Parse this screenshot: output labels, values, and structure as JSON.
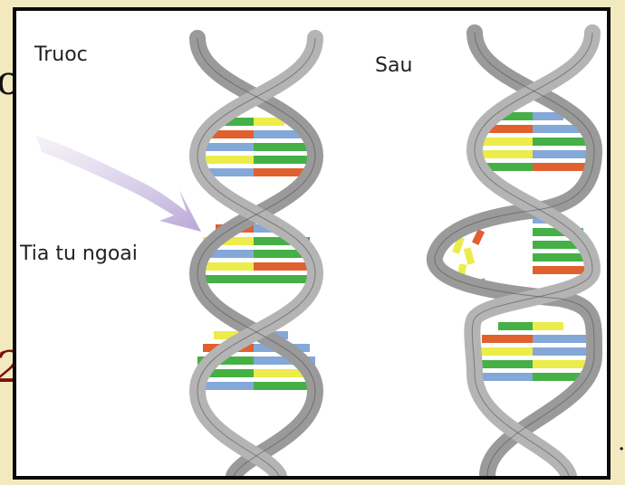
{
  "background": {
    "fragment_left": "c",
    "fragment_number": "2",
    "fragment_right": "."
  },
  "diagram": {
    "label_before": "Truoc",
    "label_after": "Sau",
    "label_uv": "Tia tu ngoai"
  },
  "colors": {
    "slide_background": "#f3e9bf",
    "helix_strand": "#9a9a9a",
    "base_green": "#45b045",
    "base_yellow": "#ecec4a",
    "base_red": "#e06030",
    "base_blue": "#84a8d8",
    "uv_arrow": "#b9a7d6"
  }
}
